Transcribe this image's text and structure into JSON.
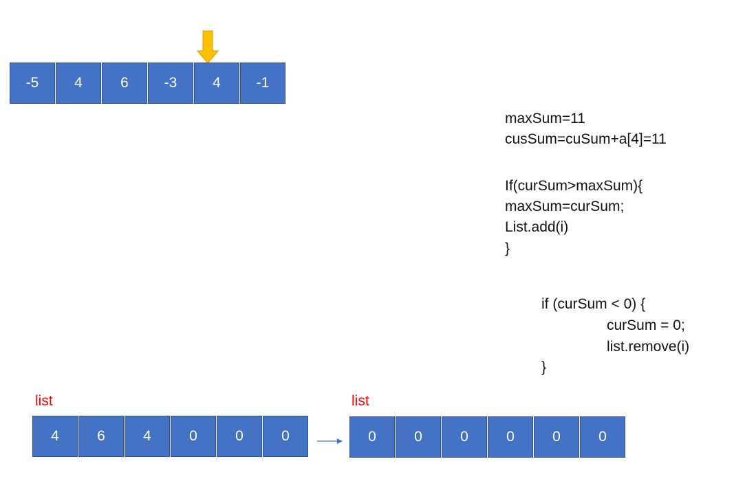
{
  "array": {
    "cells": [
      "-5",
      "4",
      "6",
      "-3",
      "4",
      "-1"
    ]
  },
  "pointer": {
    "icon": "down-arrow-icon",
    "color": "#ffc000"
  },
  "code_top": [
    "maxSum=11",
    "cusSum=cuSum+a[4]=11",
    "",
    "If(curSum>maxSum){",
    "maxSum=curSum;",
    "List.add(i)",
    "}"
  ],
  "code_bottom": [
    "if (curSum < 0) {",
    "curSum = 0;",
    "list.remove(i)",
    "}"
  ],
  "list_left": {
    "label": "list",
    "cells": [
      "4",
      "6",
      "4",
      "0",
      "0",
      "0"
    ]
  },
  "list_right": {
    "label": "list",
    "cells": [
      "0",
      "0",
      "0",
      "0",
      "0",
      "0"
    ]
  },
  "transition": {
    "icon": "right-arrow-icon",
    "color": "#4472c4"
  },
  "colors": {
    "cell_fill": "#4472c4",
    "cell_border": "#2f528f",
    "label": "#ff0000"
  }
}
